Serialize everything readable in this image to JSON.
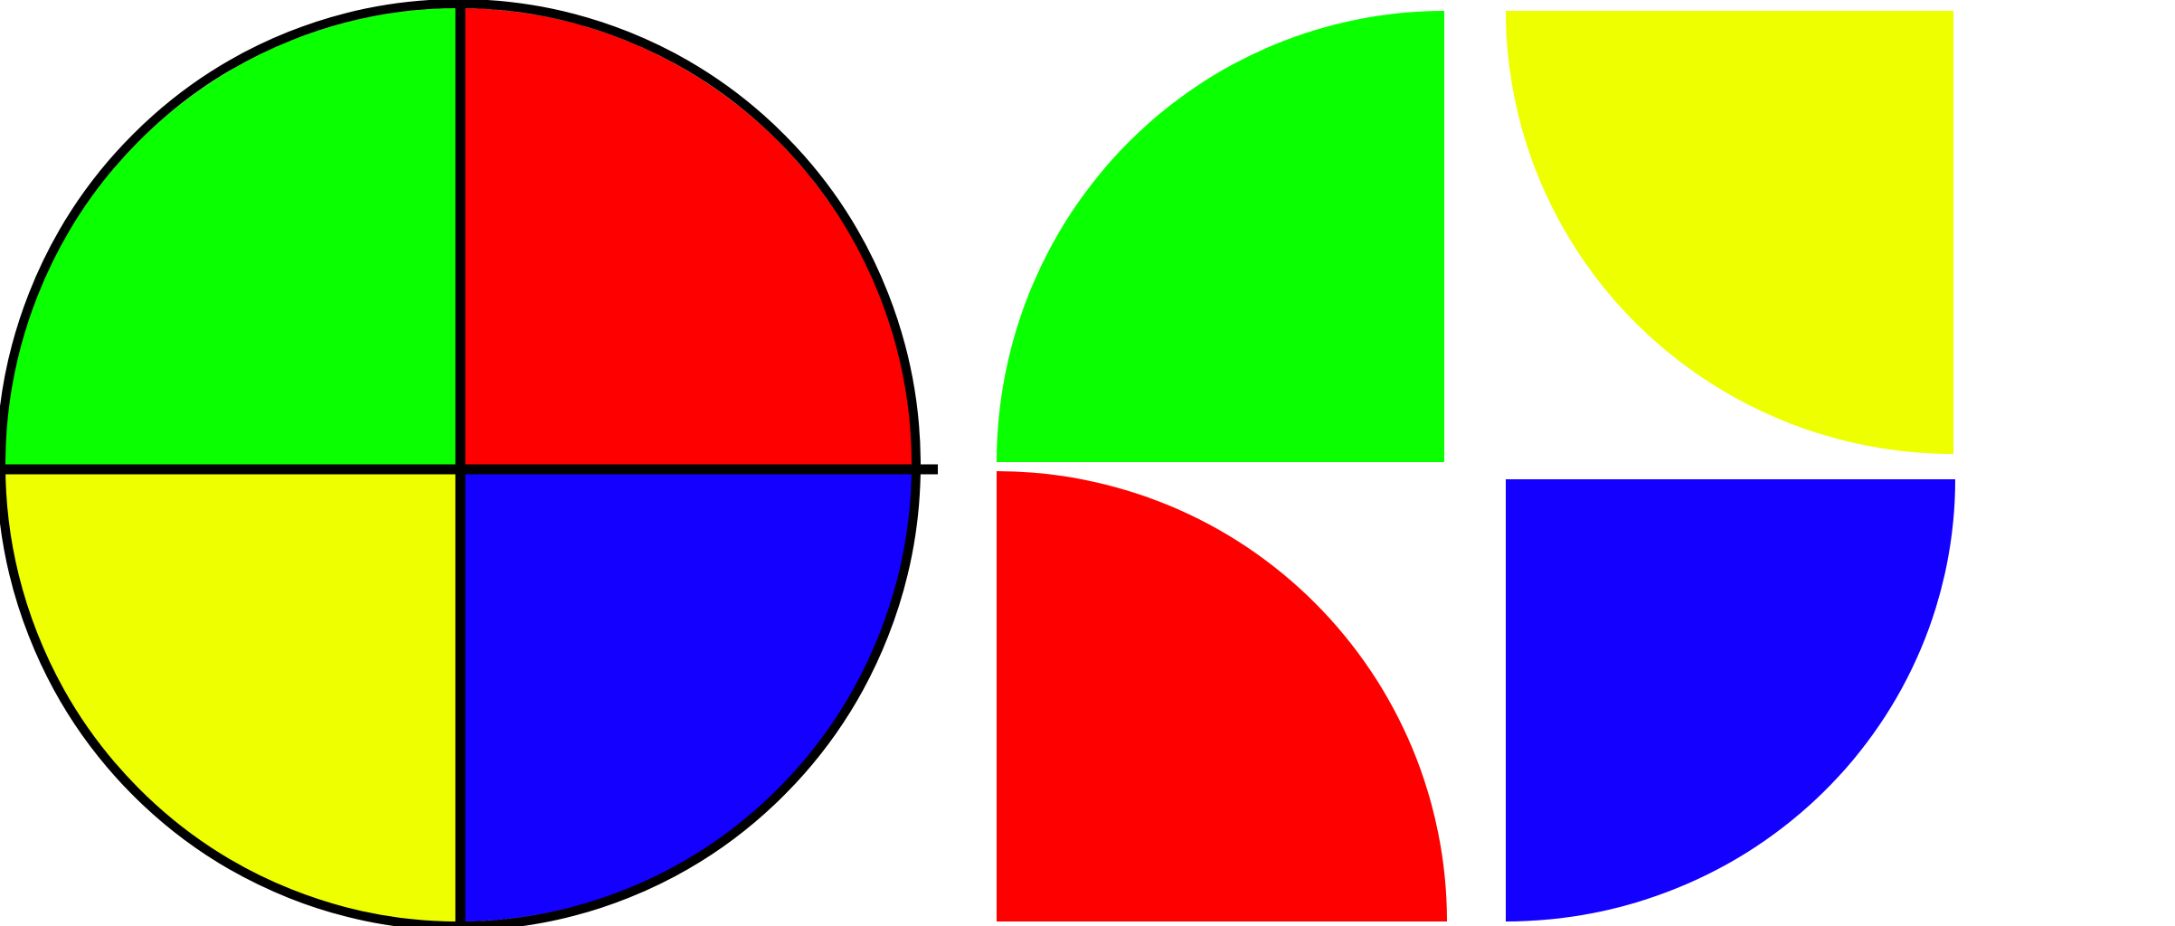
{
  "colors": {
    "green": "#0aff00",
    "red": "#ff0000",
    "yellow": "#eeff00",
    "blue": "#1400ff",
    "outline": "#000000",
    "background": "#ffffff"
  },
  "assembled_circle": {
    "quadrants": [
      {
        "position": "top-left",
        "color": "green"
      },
      {
        "position": "top-right",
        "color": "red"
      },
      {
        "position": "bottom-left",
        "color": "yellow"
      },
      {
        "position": "bottom-right",
        "color": "blue"
      }
    ]
  },
  "separated_pieces": [
    {
      "position": "top-left",
      "color": "green"
    },
    {
      "position": "top-right",
      "color": "yellow"
    },
    {
      "position": "bottom-left",
      "color": "red"
    },
    {
      "position": "bottom-right",
      "color": "blue"
    }
  ]
}
